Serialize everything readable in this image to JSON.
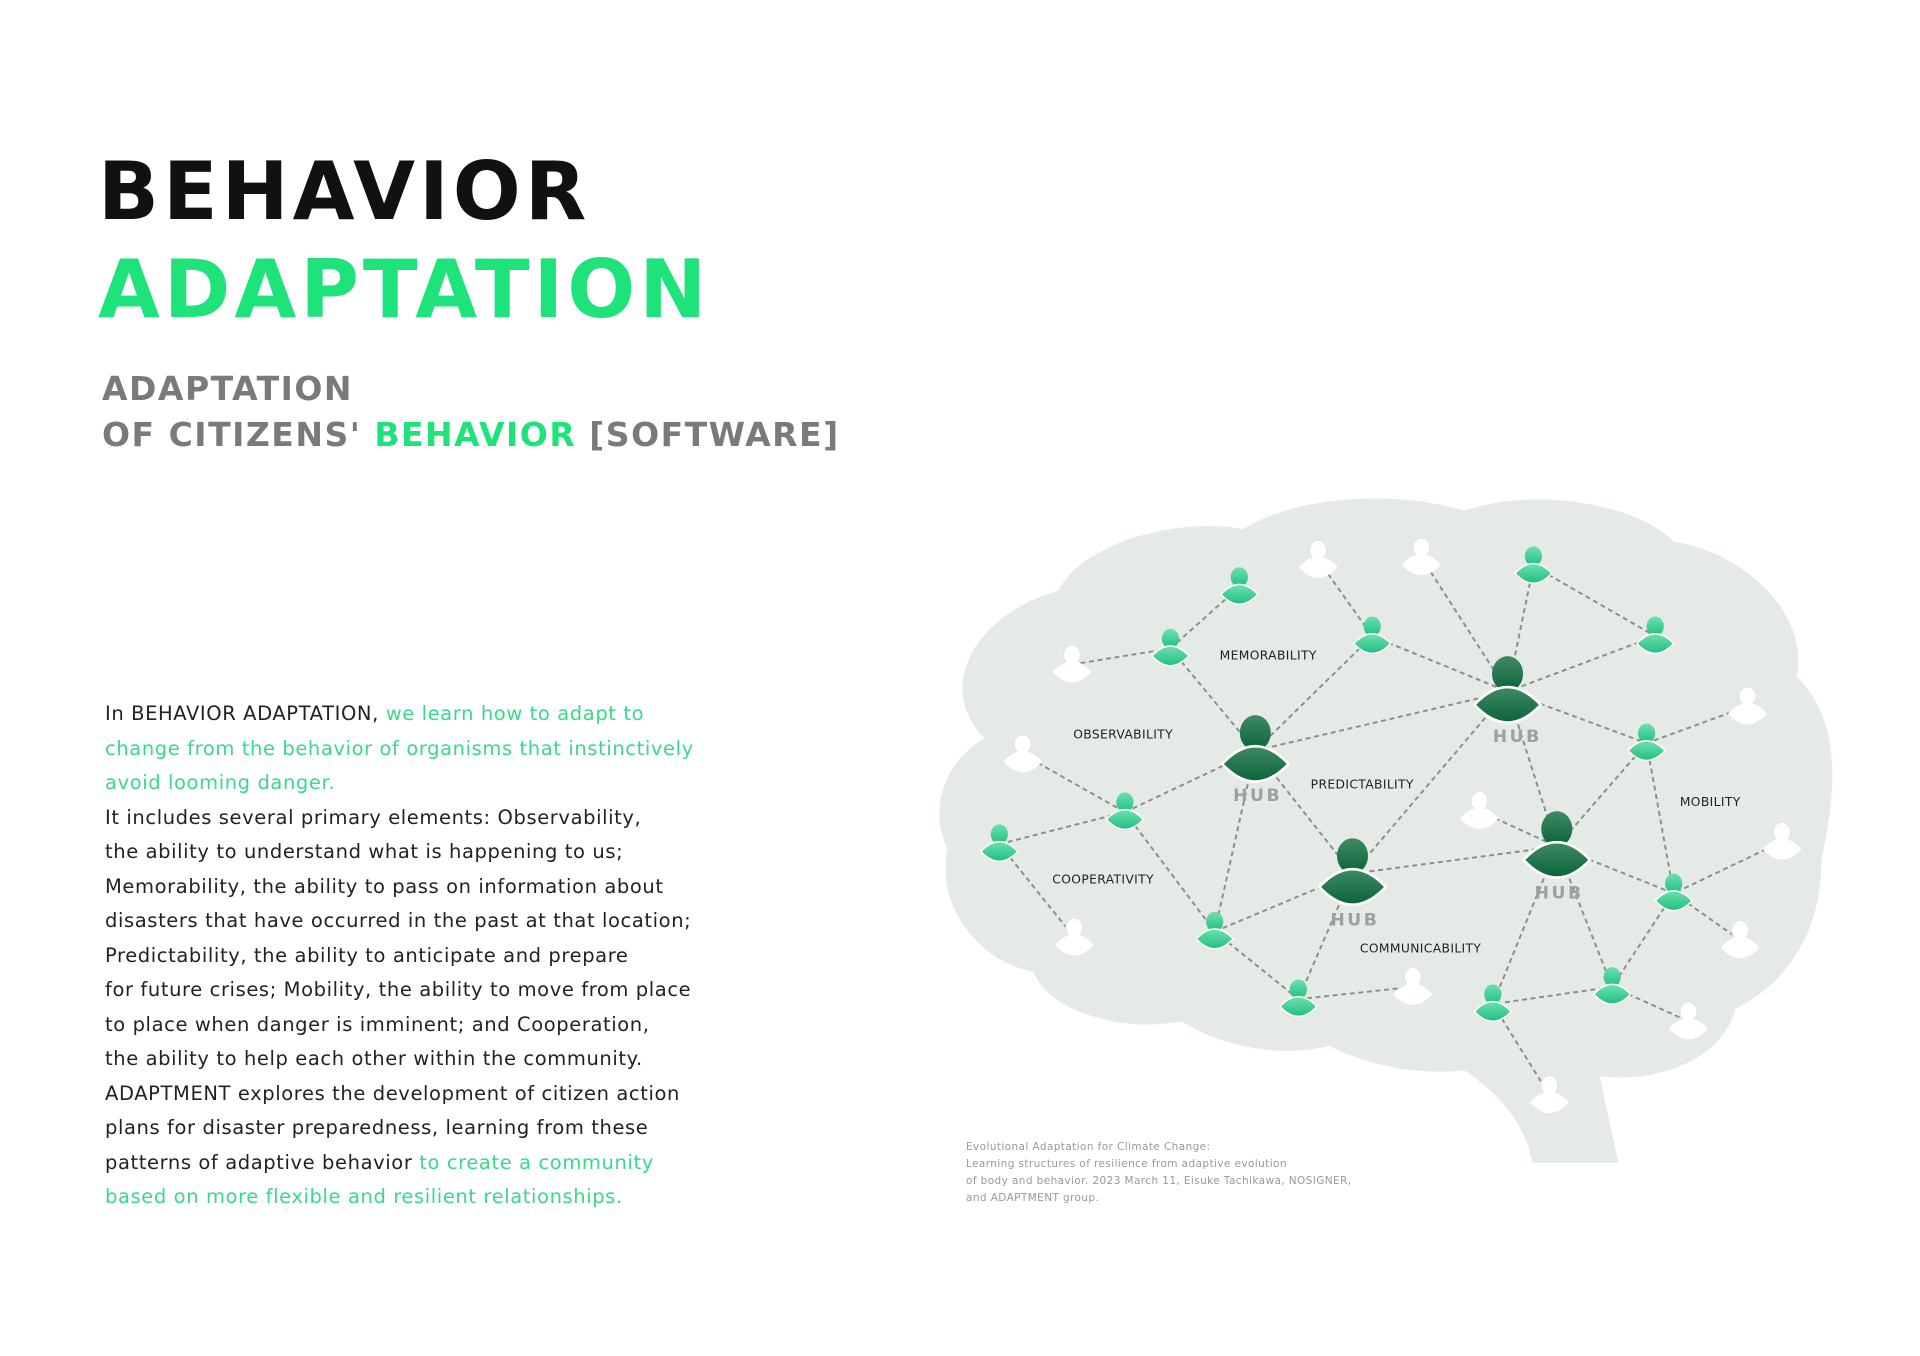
{
  "title": {
    "line1": "BEHAVIOR",
    "line2": "ADAPTATION"
  },
  "subtitle": {
    "line1": "ADAPTATION",
    "line2_prefix": "OF CITIZENS' ",
    "line2_highlight": "BEHAVIOR",
    "line2_suffix": " [SOFTWARE]"
  },
  "body": {
    "lines": [
      [
        {
          "t": "In BEHAVIOR ADAPTATION, "
        },
        {
          "t": "we learn how to adapt to",
          "g": true
        }
      ],
      [
        {
          "t": "change from the behavior of organisms that instinctively",
          "g": true
        }
      ],
      [
        {
          "t": "avoid looming danger.",
          "g": true
        }
      ],
      [
        {
          "t": "It includes several primary elements: Observability,"
        }
      ],
      [
        {
          "t": "the ability to understand what is happening to us;"
        }
      ],
      [
        {
          "t": "Memorability, the ability to pass on information about"
        }
      ],
      [
        {
          "t": "disasters that have occurred in the past at that location;"
        }
      ],
      [
        {
          "t": "Predictability, the ability to anticipate and prepare"
        }
      ],
      [
        {
          "t": "for future crises; Mobility, the ability to move from place"
        }
      ],
      [
        {
          "t": "to place when danger is imminent; and Cooperation,"
        }
      ],
      [
        {
          "t": "the ability to help each other within the community."
        }
      ],
      [
        {
          "t": "ADAPTMENT explores the development of citizen action"
        }
      ],
      [
        {
          "t": "plans for disaster preparedness, learning from these"
        }
      ],
      [
        {
          "t": "patterns of adaptive behavior "
        },
        {
          "t": "to create a community",
          "g": true
        }
      ],
      [
        {
          "t": "based on more flexible and resilient relationships.",
          "g": true
        }
      ]
    ]
  },
  "diagram": {
    "labels": {
      "memorability": "MEMORABILITY",
      "observability": "OBSERVABILITY",
      "predictability": "PREDICTABILITY",
      "mobility": "MOBILITY",
      "cooperativity": "COOPERATIVITY",
      "communicability": "COMMUNICABILITY"
    },
    "hub_label": "HUB",
    "hubs": [
      "HUB",
      "HUB",
      "HUB",
      "HUB"
    ],
    "colors": {
      "hub": "#0e6b3f",
      "node": "#2fcf8c",
      "faint": "#ffffff",
      "brain": "#e4e9e6",
      "edge": "#8a8f8c"
    }
  },
  "caption": {
    "lines": [
      "Evolutional Adaptation for Climate Change:",
      "Learning structures of resilience  from adaptive evolution",
      "of body and behavior. 2023 March 11, Eisuke Tachikawa, NOSIGNER,",
      "and ADAPTMENT group."
    ]
  }
}
